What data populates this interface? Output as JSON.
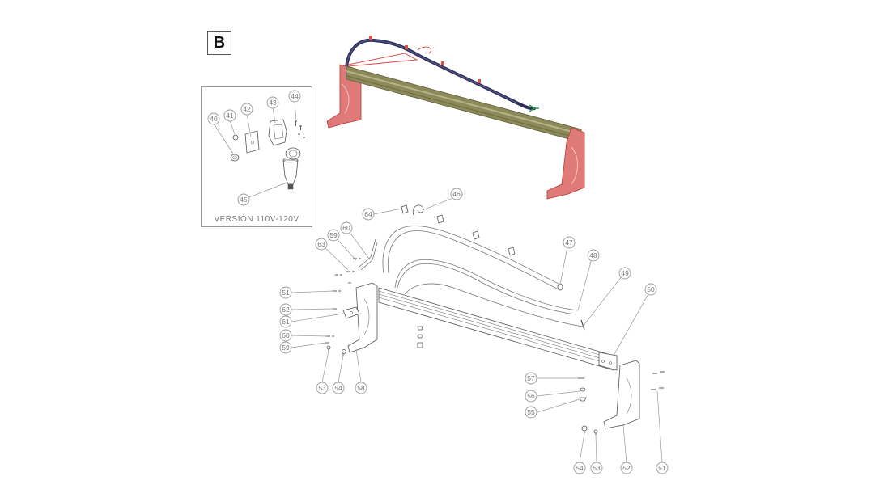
{
  "section_label": "B",
  "inset": {
    "caption": "VERSIÓN 110V-120V",
    "callouts": [
      "40",
      "41",
      "42",
      "43",
      "44",
      "45"
    ]
  },
  "exploded_callouts": [
    "64",
    "46",
    "60",
    "59",
    "63",
    "51",
    "62",
    "61",
    "60",
    "59",
    "53",
    "54",
    "58",
    "47",
    "48",
    "49",
    "50",
    "57",
    "56",
    "55",
    "54",
    "53",
    "52",
    "51"
  ],
  "colors": {
    "bracket_red": "#e07a78",
    "bracket_edge": "#c0392b",
    "beam_olive": "#8d8a5a",
    "beam_highlight": "#b6b38a",
    "cable_navy": "#2c2f57",
    "line_gray": "#9a9a9a"
  }
}
